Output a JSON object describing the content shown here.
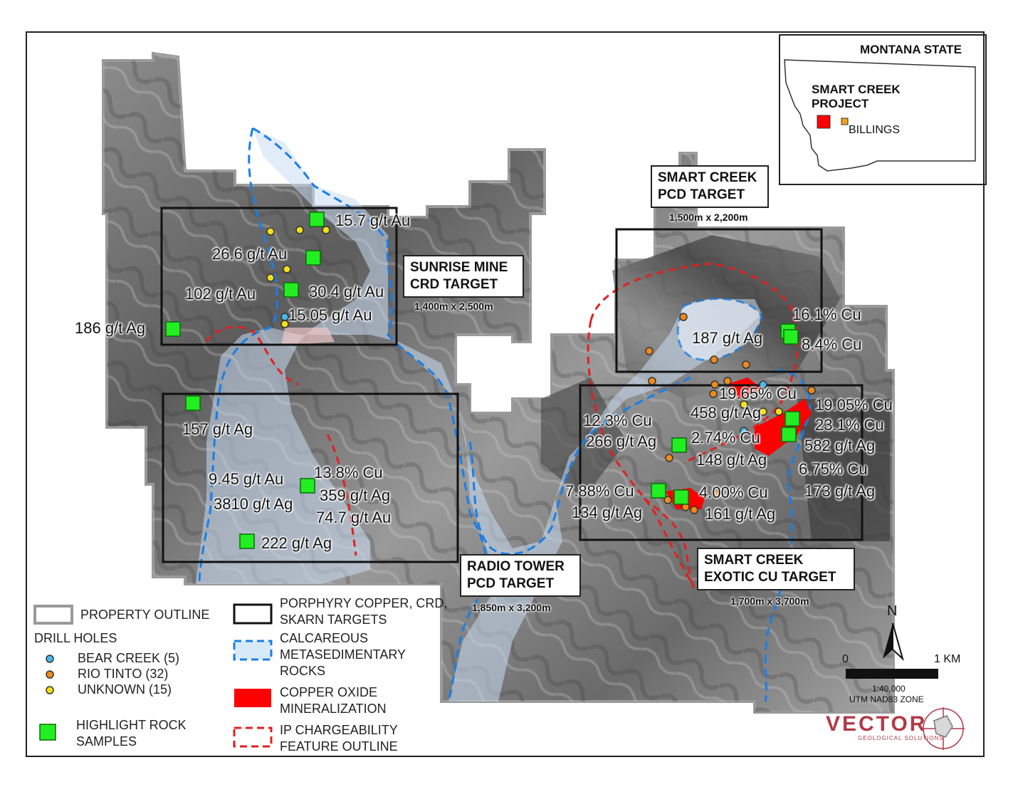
{
  "inset": {
    "state": "MONTANA STATE",
    "project": "SMART CREEK PROJECT",
    "city": "BILLINGS",
    "project_color": "#ff0000",
    "city_color": "#f0a020"
  },
  "targets": [
    {
      "id": "sunrise",
      "name": "SUNRISE MINE CRD TARGET",
      "dims": "1,400m x 2,500m"
    },
    {
      "id": "scpcd",
      "name": "SMART CREEK PCD TARGET",
      "dims": "1,500m x 2,200m"
    },
    {
      "id": "radio",
      "name": "RADIO TOWER PCD TARGET",
      "dims": "1,850m x 3,200m"
    },
    {
      "id": "exotic",
      "name": "SMART CREEK EXOTIC CU TARGET",
      "dims": "1,700m x 3,700m"
    }
  ],
  "samples": [
    "15.7 g/t Au",
    "26.6 g/t Au",
    "102 g/t Au",
    "30.4 g/t Au",
    "15.05 g/t Au",
    "186 g/t Ag",
    "157 g/t Ag",
    "9.45 g/t Au",
    "3810 g/t Ag",
    "13.8% Cu",
    "359 g/t Ag",
    "74.7 g/t Au",
    "222 g/t Ag",
    "16.1% Cu",
    "187 g/t Ag",
    "8.4% Cu",
    "19.65% Cu",
    "458 g/t Ag",
    "19.05% Cu",
    "12.3% Cu",
    "23.1% Cu",
    "266 g/t Ag",
    "2.74% Cu",
    "582 g/t Ag",
    "148 g/t Ag",
    "6.75% Cu",
    "173 g/t Ag",
    "7.88% Cu",
    "4.00% Cu",
    "134 g/t Ag",
    "161 g/t Ag"
  ],
  "legend": {
    "property_outline": "PROPERTY OUTLINE",
    "drill_holes": "DRILL HOLES",
    "bear_creek": "BEAR CREEK (5)",
    "rio_tinto": "RIO TINTO (32)",
    "unknown": "UNKNOWN (15)",
    "highlight": "HIGHLIGHT ROCK SAMPLES",
    "porphyry": "PORPHYRY COPPER, CRD, SKARN TARGETS",
    "calcareous": "CALCAREOUS METASEDIMENTARY ROCKS",
    "copper_oxide": "COPPER OXIDE MINERALIZATION",
    "ip": "IP CHARGEABILITY FEATURE OUTLINE"
  },
  "scale": {
    "north": "N",
    "zero": "0",
    "one_km": "1 KM",
    "ratio": "1:40,000",
    "projection": "UTM NAD83 ZONE"
  },
  "logo": {
    "name": "VECTOR",
    "sub": "GEOLOGICAL SOLUTIONS",
    "color": "#b23a48"
  },
  "colors": {
    "sample_fill": "#22ee22",
    "target_outline": "#111111",
    "calcareous_line": "#1a7ee6",
    "calcareous_fill": "#c9dcf2",
    "ip_line": "#e02020",
    "copper_oxide": "#ff0000",
    "rio_tinto": "#f08a1a",
    "unknown": "#f2e01a",
    "bear_creek": "#49b8e8"
  }
}
